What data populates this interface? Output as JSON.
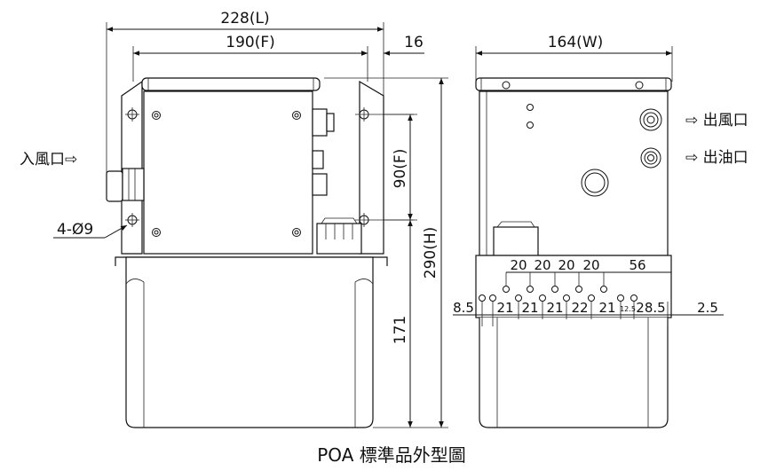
{
  "dimensions": {
    "overall_length": "228(L)",
    "frame_length": "190(F)",
    "offset_16": "16",
    "width": "164(W)",
    "frame_vertical": "90(F)",
    "overall_height": "290(H)",
    "tank_height": "171",
    "hole_spec": "4-Ø9",
    "spacing_top": [
      "20",
      "20",
      "20",
      "20",
      "56"
    ],
    "spacing_bottom": [
      "8.5",
      "21",
      "21",
      "21",
      "22",
      "21",
      "12.5",
      "28.5",
      "2.5"
    ]
  },
  "labels": {
    "air_inlet": "入風口⇨",
    "air_outlet": "⇨ 出風口",
    "oil_outlet": "⇨ 出油口"
  },
  "caption": "POA 標準品外型圖"
}
